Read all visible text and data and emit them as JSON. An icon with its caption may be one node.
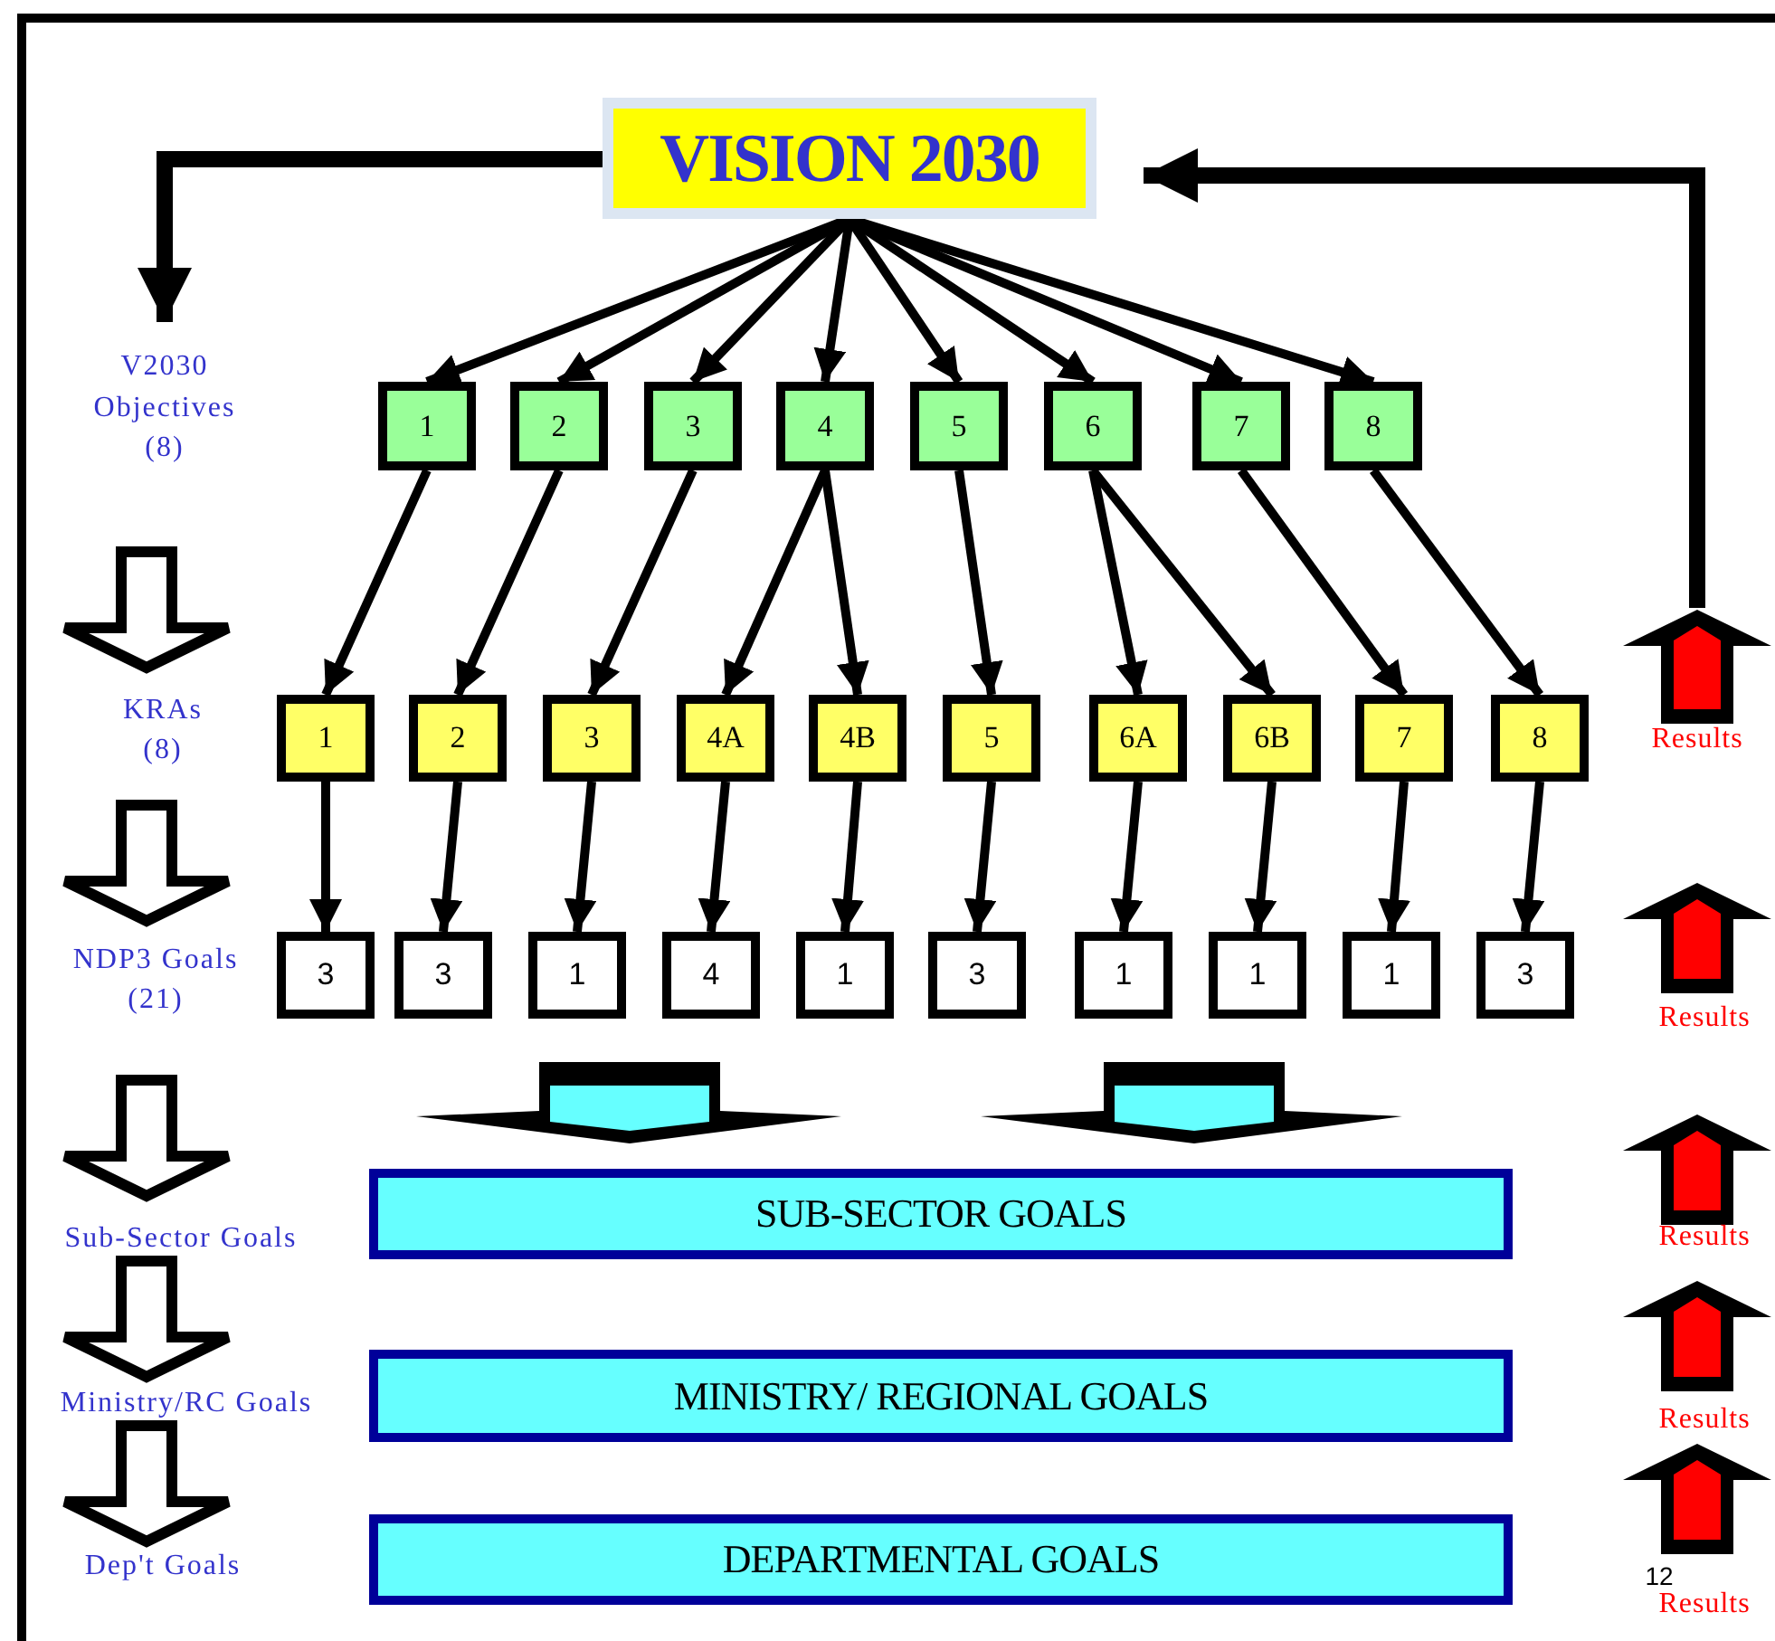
{
  "diagram": {
    "nodes": [
      {
        "text": [
          "VISION 2030"
        ]
      },
      {
        "text": [
          "1"
        ]
      },
      {
        "text": [
          "2"
        ]
      },
      {
        "text": [
          "3"
        ]
      },
      {
        "text": [
          "4"
        ]
      },
      {
        "text": [
          "5"
        ]
      },
      {
        "text": [
          "6"
        ]
      },
      {
        "text": [
          "7"
        ]
      },
      {
        "text": [
          "8"
        ]
      },
      {
        "text": [
          "1"
        ]
      },
      {
        "text": [
          "2"
        ]
      },
      {
        "text": [
          "3"
        ]
      },
      {
        "text": [
          "4A"
        ]
      },
      {
        "text": [
          "4B"
        ]
      },
      {
        "text": [
          "5"
        ]
      },
      {
        "text": [
          "6A"
        ]
      },
      {
        "text": [
          "6B"
        ]
      },
      {
        "text": [
          "7"
        ]
      },
      {
        "text": [
          "8"
        ]
      },
      {
        "text": [
          "3"
        ]
      },
      {
        "text": [
          "3"
        ]
      },
      {
        "text": [
          "1"
        ]
      },
      {
        "text": [
          "4"
        ]
      },
      {
        "text": [
          "1"
        ]
      },
      {
        "text": [
          "3"
        ]
      },
      {
        "text": [
          "1"
        ]
      },
      {
        "text": [
          "1"
        ]
      },
      {
        "text": [
          "1"
        ]
      },
      {
        "text": [
          "3"
        ]
      },
      {
        "text": [
          "SUB-SECTOR GOALS"
        ]
      },
      {
        "text": [
          "MINISTRY/ REGIONAL GOALS"
        ]
      },
      {
        "text": [
          "DEPARTMENTAL GOALS"
        ]
      },
      {
        "text": [
          "V2030 Objectives (8)"
        ]
      },
      {
        "text": [
          "Results"
        ]
      }
    ],
    "edges": [
      {
        "from": 0,
        "to": 1,
        "arrow": "to"
      },
      {
        "from": 0,
        "to": 2,
        "arrow": "to"
      },
      {
        "from": 0,
        "to": 3,
        "arrow": "to"
      },
      {
        "from": 0,
        "to": 4,
        "arrow": "to"
      },
      {
        "from": 0,
        "to": 5,
        "arrow": "to"
      },
      {
        "from": 0,
        "to": 6,
        "arrow": "to"
      },
      {
        "from": 0,
        "to": 7,
        "arrow": "to"
      },
      {
        "from": 0,
        "to": 8,
        "arrow": "to"
      },
      {
        "from": 1,
        "to": 9,
        "arrow": "to"
      },
      {
        "from": 2,
        "to": 10,
        "arrow": "to"
      },
      {
        "from": 3,
        "to": 11,
        "arrow": "to"
      },
      {
        "from": 4,
        "to": 12,
        "arrow": "to"
      },
      {
        "from": 4,
        "to": 13,
        "arrow": "to"
      },
      {
        "from": 5,
        "to": 14,
        "arrow": "to"
      },
      {
        "from": 6,
        "to": 15,
        "arrow": "to"
      },
      {
        "from": 6,
        "to": 16,
        "arrow": "to"
      },
      {
        "from": 7,
        "to": 17,
        "arrow": "to"
      },
      {
        "from": 8,
        "to": 18,
        "arrow": "to"
      },
      {
        "from": 9,
        "to": 19,
        "arrow": "to"
      },
      {
        "from": 10,
        "to": 20,
        "arrow": "to"
      },
      {
        "from": 11,
        "to": 21,
        "arrow": "to"
      },
      {
        "from": 12,
        "to": 22,
        "arrow": "to"
      },
      {
        "from": 13,
        "to": 23,
        "arrow": "to"
      },
      {
        "from": 14,
        "to": 24,
        "arrow": "to"
      },
      {
        "from": 15,
        "to": 25,
        "arrow": "to"
      },
      {
        "from": 16,
        "to": 26,
        "arrow": "to"
      },
      {
        "from": 17,
        "to": 27,
        "arrow": "to"
      },
      {
        "from": 18,
        "to": 28,
        "arrow": "to"
      },
      {
        "from": 0,
        "to": 32,
        "arrow": "to",
        "style": "thick"
      },
      {
        "from": 33,
        "to": 0,
        "arrow": "to",
        "style": "thick"
      },
      {
        "from": 21,
        "to": 29,
        "arrow": "to"
      },
      {
        "from": 26,
        "to": 29,
        "arrow": "to"
      }
    ],
    "labels": [
      "KRAs (8)",
      "NDP3 Goals (21)",
      "Results",
      "Sub-Sector Goals",
      "Results",
      "Ministry/RC Goals",
      "Results",
      "Dep't Goals",
      "12",
      "Results"
    ]
  }
}
